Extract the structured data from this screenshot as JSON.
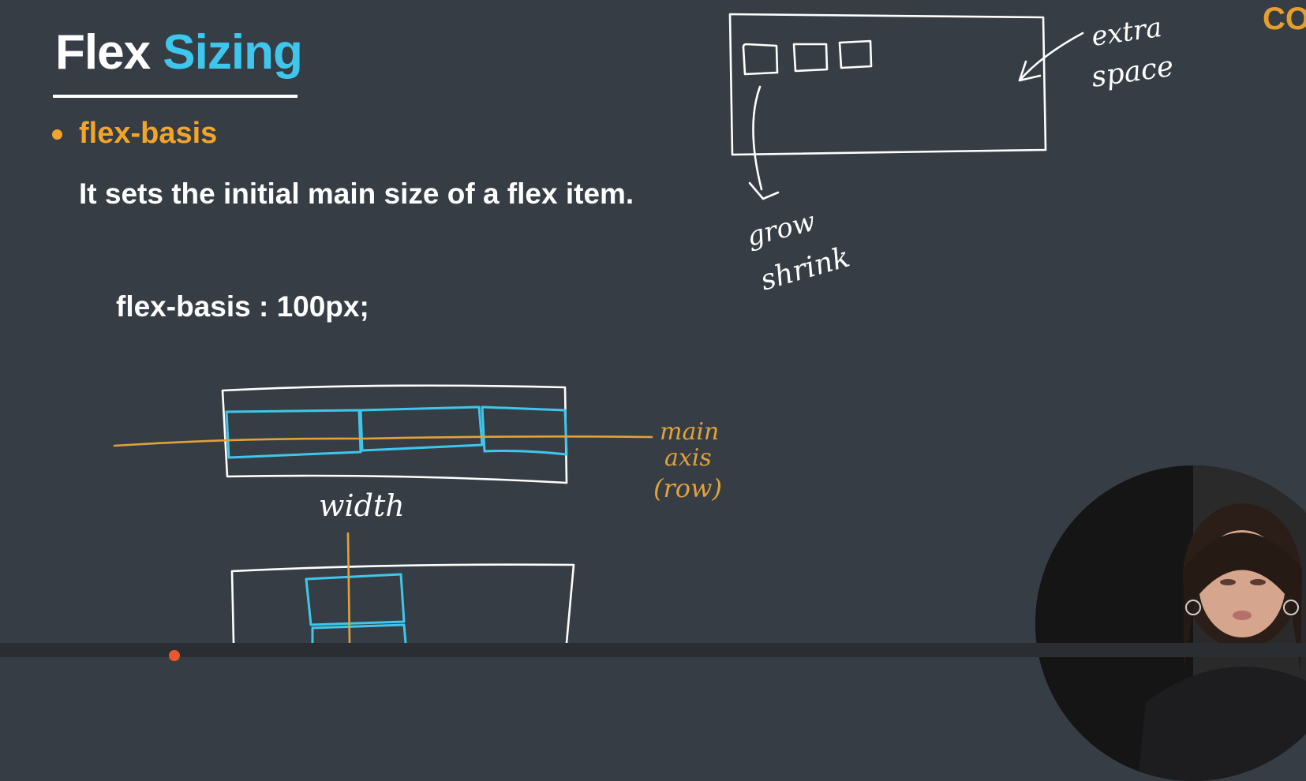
{
  "slide": {
    "title_part1": "Flex",
    "title_part2": "Sizing",
    "bullet": "flex-basis",
    "description": "It sets the initial main size of a flex item.",
    "code": "flex-basis : 100px;"
  },
  "annotations": {
    "extra_space_line1": "extra",
    "extra_space_line2": "space",
    "grow": "grow",
    "shrink": "shrink",
    "main_axis_line1": "main",
    "main_axis_line2": "axis",
    "main_axis_line3": "(row)",
    "width": "width"
  },
  "brand": {
    "logo_text": "CO"
  },
  "colors": {
    "background": "#373d45",
    "title_accent": "#3ec7ec",
    "bullet_orange": "#f2a52a",
    "ink_white": "#ffffff",
    "ink_cyan": "#3ec7ec",
    "ink_orange": "#e1a23a"
  }
}
